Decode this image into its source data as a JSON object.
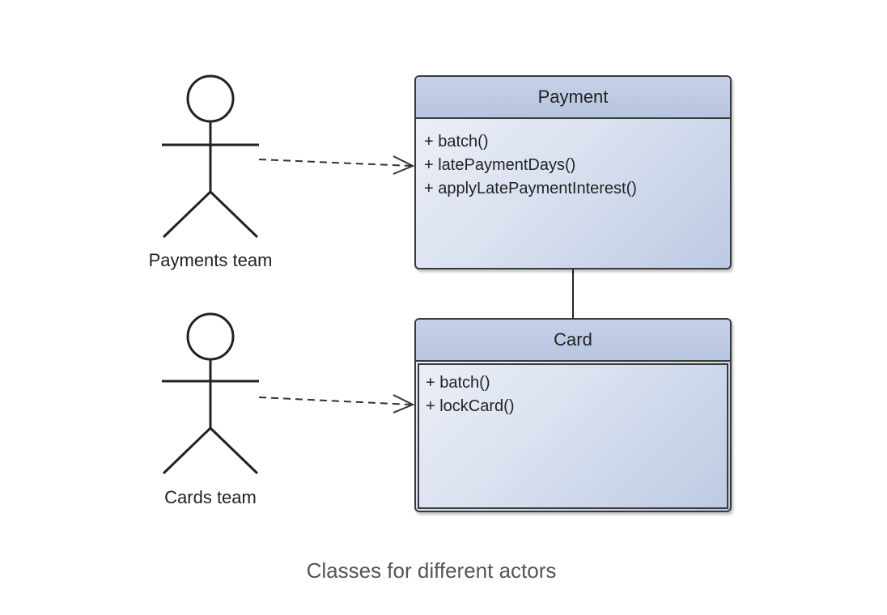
{
  "actors": [
    {
      "id": "payments",
      "label": "Payments team"
    },
    {
      "id": "cards",
      "label": "Cards team"
    }
  ],
  "classes": {
    "payment": {
      "name": "Payment",
      "operations": [
        "+ batch()",
        "+ latePaymentDays()",
        "+ applyLatePaymentInterest()"
      ]
    },
    "card": {
      "name": "Card",
      "operations": [
        "+ batch()",
        "+ lockCard()"
      ]
    }
  },
  "caption": "Classes for different actors"
}
